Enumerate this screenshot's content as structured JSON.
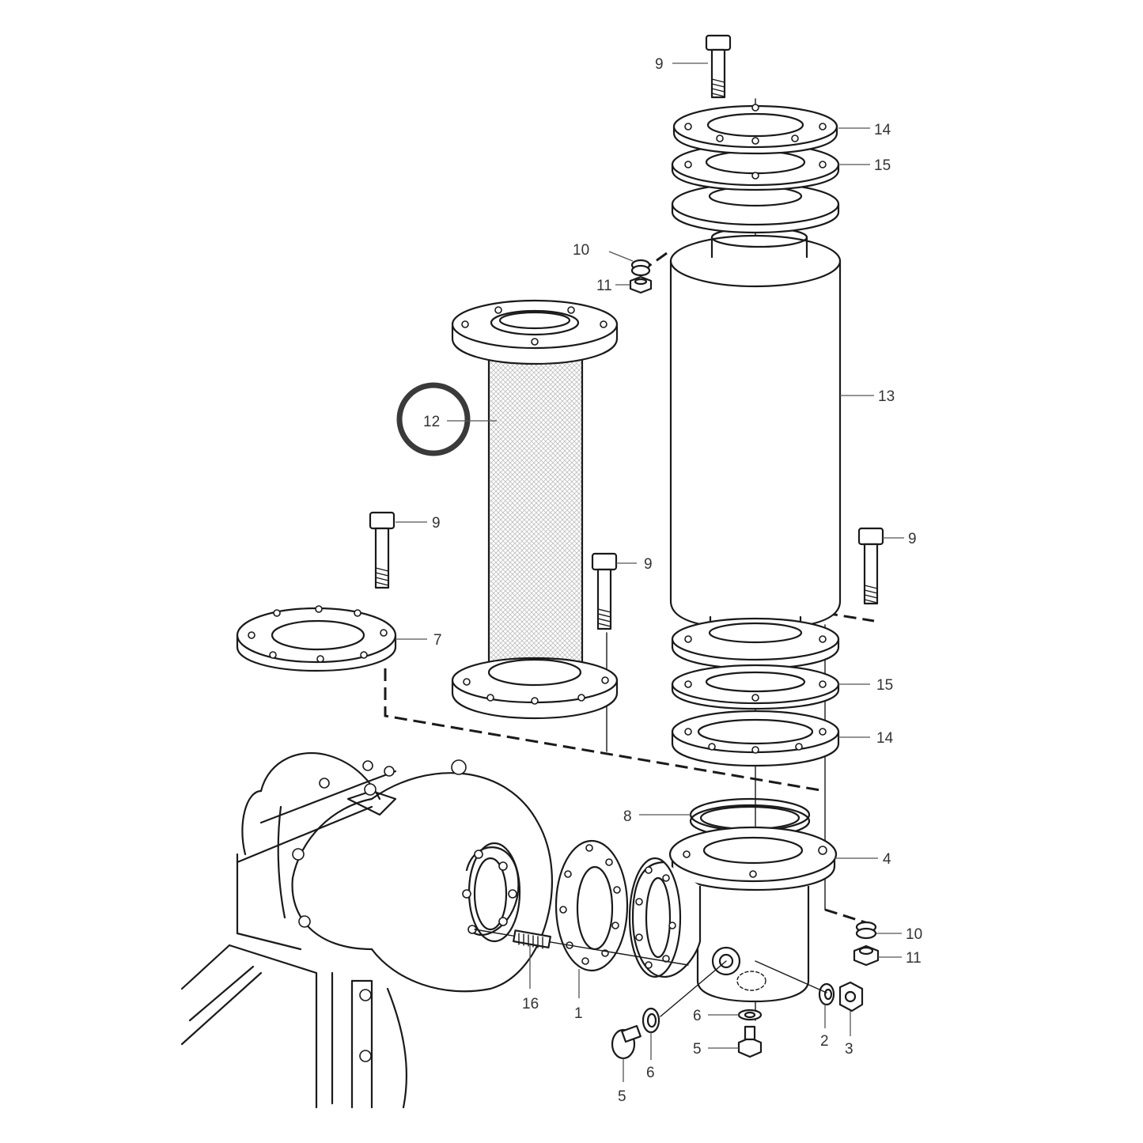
{
  "diagram": {
    "highlight_color": "#3a3a3a",
    "line_color": "#1a1a1a",
    "labels": {
      "p1": "1",
      "p2": "2",
      "p3": "3",
      "p4": "4",
      "p5a": "5",
      "p5b": "5",
      "p6a": "6",
      "p6b": "6",
      "p7": "7",
      "p8": "8",
      "p9a": "9",
      "p9b": "9",
      "p9c": "9",
      "p9d": "9",
      "p10a": "10",
      "p10b": "10",
      "p11a": "11",
      "p11b": "11",
      "p12": "12",
      "p13": "13",
      "p14a": "14",
      "p14b": "14",
      "p15a": "15",
      "p15b": "15",
      "p16": "16"
    }
  }
}
